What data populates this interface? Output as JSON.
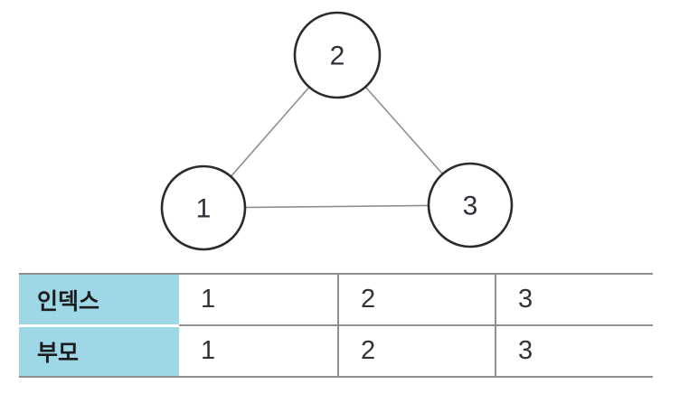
{
  "graph": {
    "nodes": [
      {
        "id": "1",
        "label": "1"
      },
      {
        "id": "2",
        "label": "2"
      },
      {
        "id": "3",
        "label": "3"
      }
    ],
    "edges": [
      {
        "from": "1",
        "to": "2"
      },
      {
        "from": "2",
        "to": "3"
      },
      {
        "from": "1",
        "to": "3"
      }
    ]
  },
  "table": {
    "row_headers": [
      "인덱스",
      "부모"
    ],
    "rows": [
      [
        "1",
        "2",
        "3"
      ],
      [
        "1",
        "2",
        "3"
      ]
    ]
  },
  "colors": {
    "header_bg": "#9ed7e6",
    "table_border": "#8f8f8f",
    "edge_line": "#8f8f8f",
    "node_stroke": "#2b2b2b"
  }
}
